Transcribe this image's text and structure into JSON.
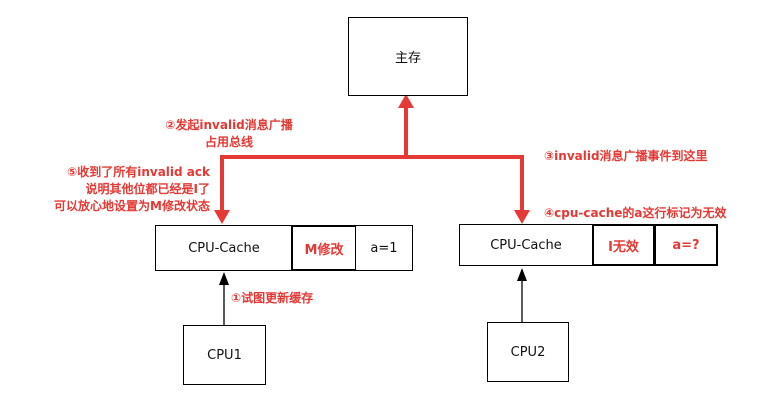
{
  "nodes": {
    "main_memory": "主存",
    "cpu1_cache": {
      "label": "CPU-Cache",
      "state": "M修改",
      "value": "a=1"
    },
    "cpu2_cache": {
      "label": "CPU-Cache",
      "state": "I无效",
      "value": "a=?"
    },
    "cpu1": "CPU1",
    "cpu2": "CPU2"
  },
  "annotations": {
    "step1": "①试图更新缓存",
    "step2_line1": "②发起invalid消息广播",
    "step2_line2": "占用总线",
    "step3": "③invalid消息广播事件到这里",
    "step4": "④cpu-cache的a这行标记为无效",
    "step5_line1": "⑤收到了所有invalid ack",
    "step5_line2": "说明其他位都已经是I了",
    "step5_line3": "可以放心地设置为M修改状态"
  },
  "colors": {
    "accent": "#e53935",
    "line": "#000000"
  }
}
